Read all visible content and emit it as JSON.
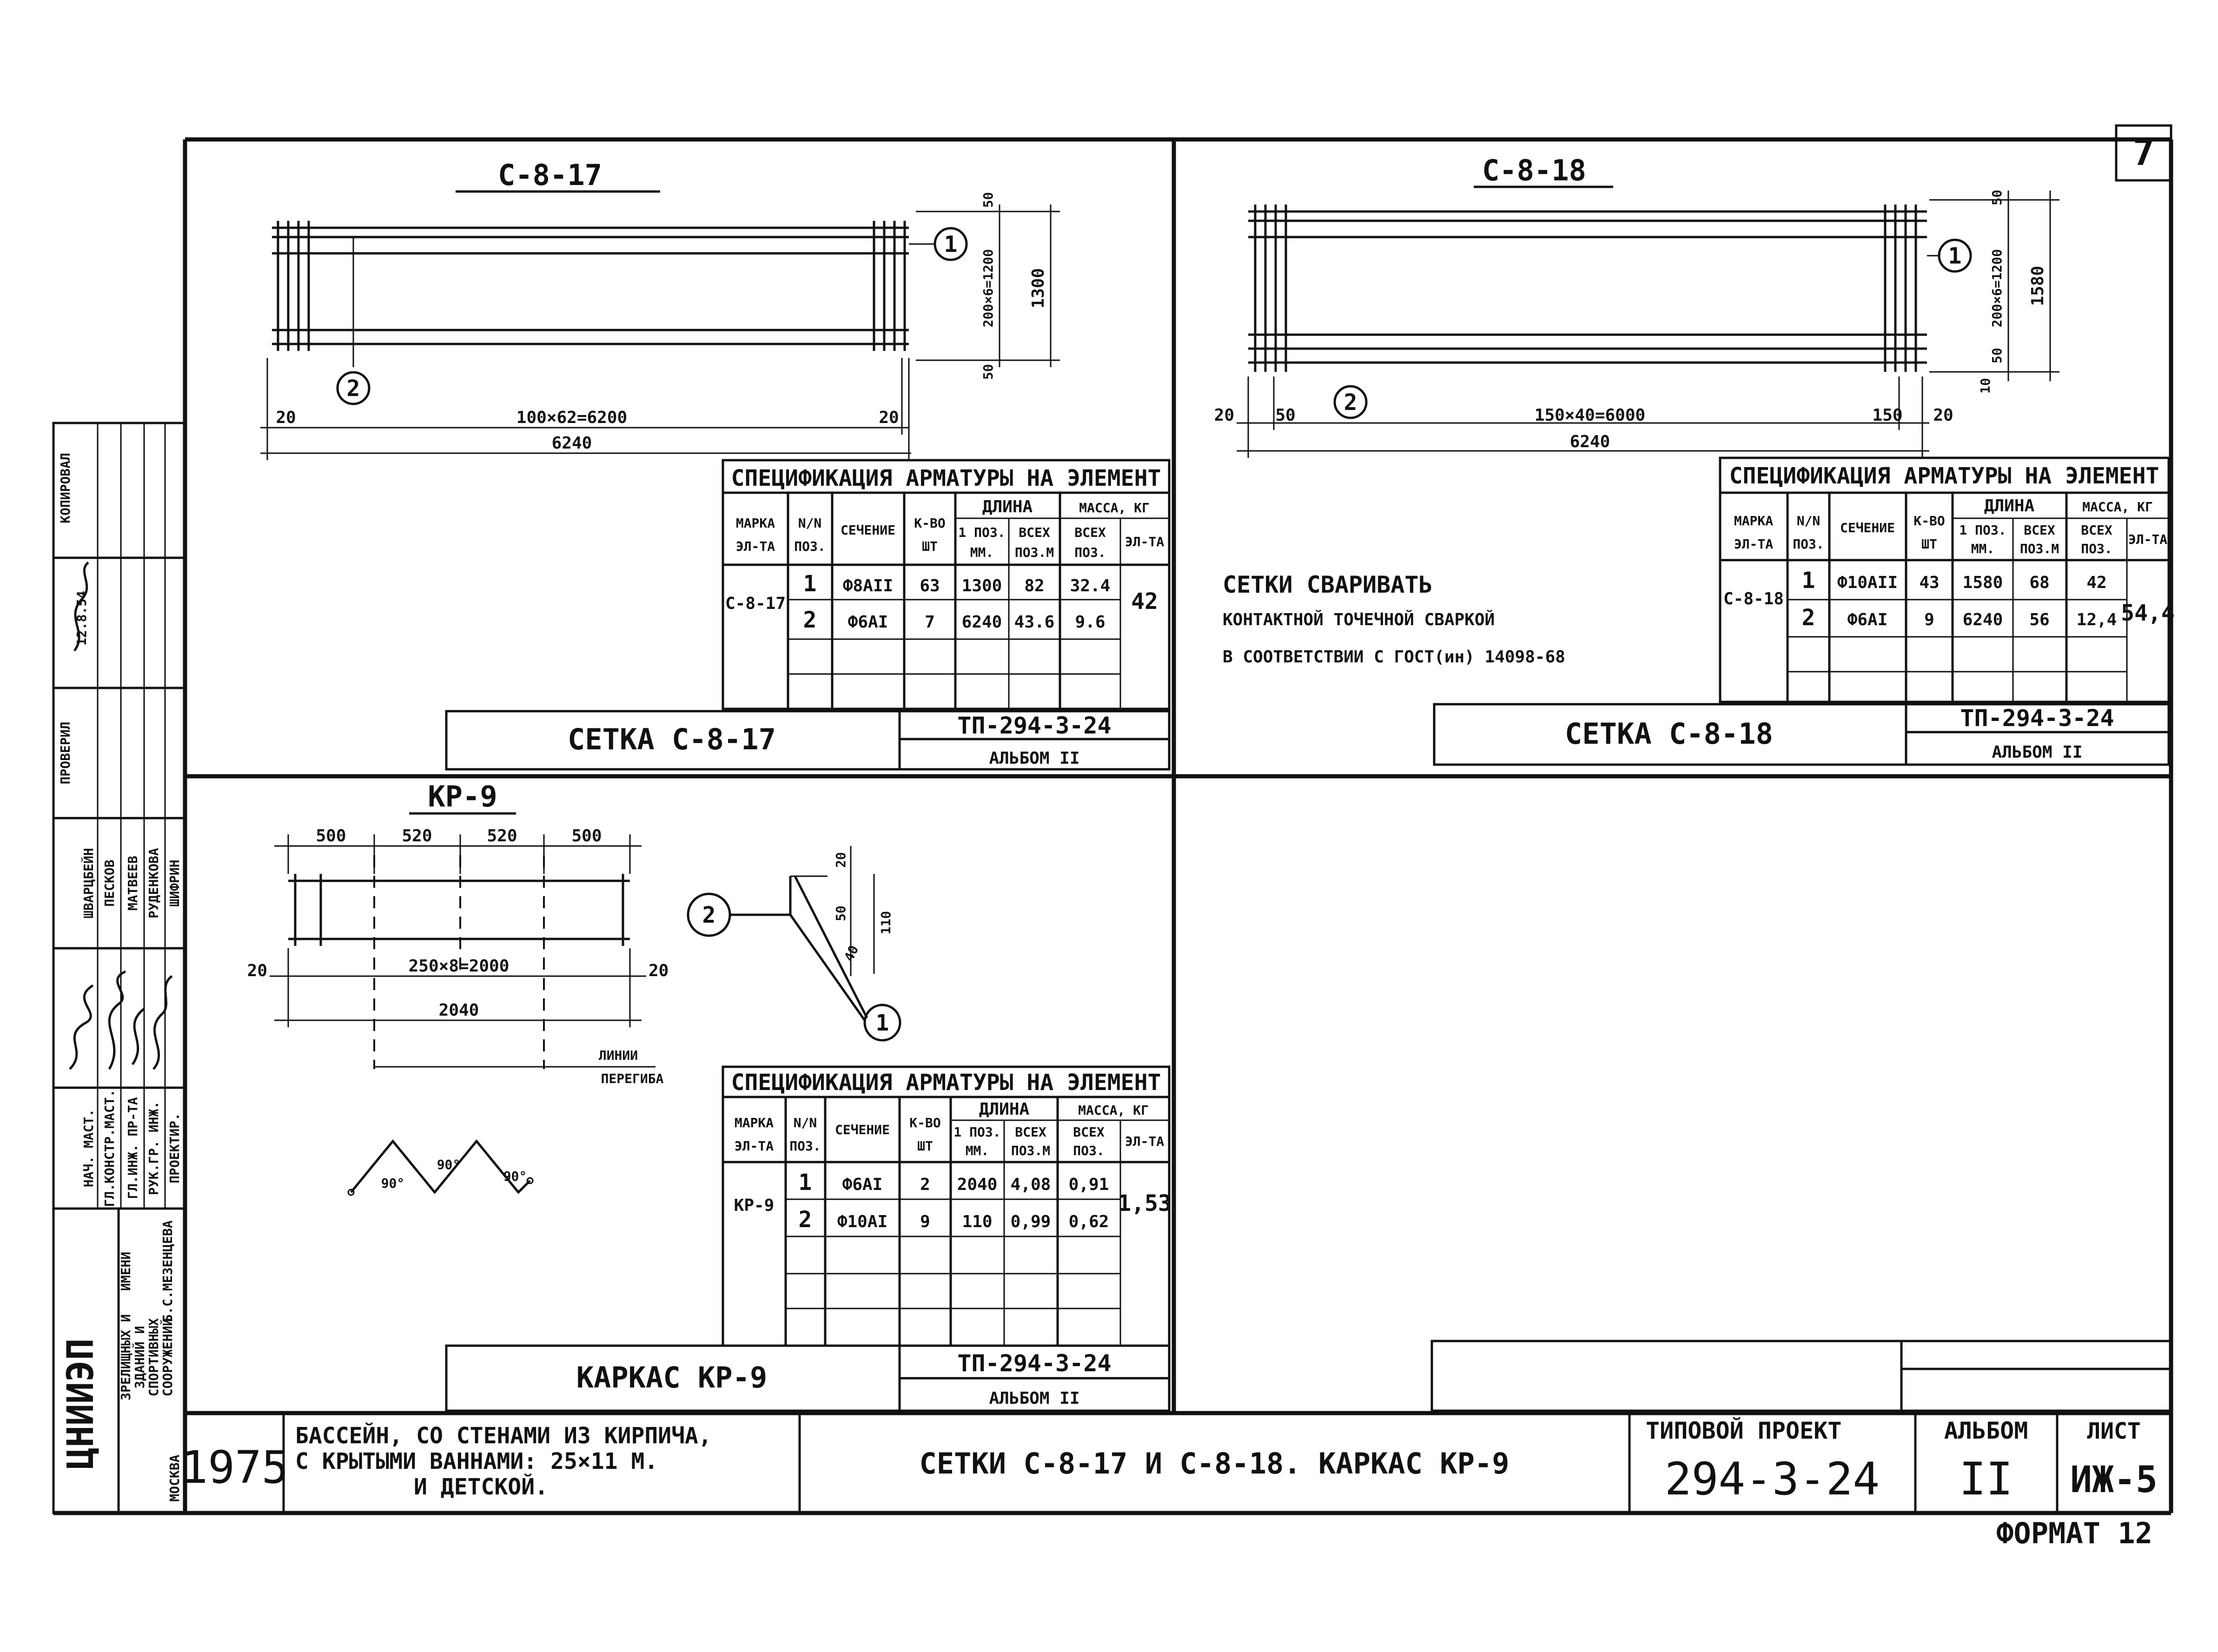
{
  "sheet_number": "7",
  "format_label": "ФОРМАТ 12",
  "panels": {
    "s17": {
      "title": "С-8-17",
      "dim_overall": "6240",
      "dim_left": "20",
      "dim_span": "100×62=6200",
      "dim_right": "20",
      "dim_top": "50",
      "dim_mid": "200×6=1200",
      "dim_bottom": "50",
      "dim_height": "1300",
      "callout_1": "1",
      "callout_2": "2",
      "stamp_label": "СЕТКА С-8-17",
      "stamp_code": "ТП-294-3-24",
      "stamp_album": "АЛЬБОМ II"
    },
    "s18": {
      "title": "С-8-18",
      "dim_overall": "6240",
      "dim_left": "20",
      "dim_left2": "50",
      "dim_span": "150×40=6000",
      "dim_right2": "150",
      "dim_right": "20",
      "dim_top": "50",
      "dim_mid": "200×6=1200",
      "dim_bottom": "50",
      "dim_height": "1580",
      "dim_side": "10",
      "callout_1": "1",
      "callout_2": "2",
      "stamp_label": "СЕТКА С-8-18",
      "stamp_code": "ТП-294-3-24",
      "stamp_album": "АЛЬБОМ II",
      "weld_note": [
        "СЕТКИ СВАРИВАТЬ",
        "КОНТАКТНОЙ ТОЧЕЧНОЙ СВАРКОЙ",
        "В СООТВЕТСТВИИ С ГОСТ(ин) 14098-68"
      ]
    },
    "kr9": {
      "title": "КР-9",
      "dims_top": [
        "500",
        "520",
        "520",
        "500"
      ],
      "dim_left": "20",
      "dim_span": "250×8=2000",
      "dim_right": "20",
      "dim_overall": "2040",
      "bend_label_1": "ЛИНИИ",
      "bend_label_2": "ПЕРЕГИБА",
      "angles": [
        "90°",
        "90°",
        "90°"
      ],
      "sec_dims": [
        "20",
        "50",
        "110",
        "40"
      ],
      "callout_1": "1",
      "callout_2": "2",
      "stamp_label": "КАРКАС КР-9",
      "stamp_code": "ТП-294-3-24",
      "stamp_album": "АЛЬБОМ II"
    }
  },
  "spec_header": {
    "title_1": "СПЕЦИФИКАЦИЯ АРМАТУРЫ НА ЭЛЕМЕНТ",
    "title_2": "СПЕЦИФИКАЦИЯ АРМАТУРЫ НА ЭЛЕМЕНТ",
    "title_3": "СПЕЦИФИКАЦИЯ АРМАТУРЫ НА ЭЛЕМЕНТ",
    "marka": "МАРКА",
    "zata": "ЭЛ-ТА",
    "nn": "N/N",
    "poz": "ПОЗ.",
    "sechenie": "СЕЧЕНИЕ",
    "kvo": "К-ВО",
    "sht": "ШТ",
    "dlina": "ДЛИНА",
    "dlina_1": "1 ПОЗ.",
    "dlina_1b": "ММ.",
    "dlina_2": "ВСЕХ",
    "dlina_2b": "ПОЗ.М",
    "massa": "МАССА, КГ",
    "massa_1": "ВСЕХ",
    "massa_1b": "ПОЗ.",
    "massa_2": "ЭЛ-ТА"
  },
  "spec_s17": {
    "mark": "С-8-17",
    "total": "42",
    "rows": [
      {
        "poz": "1",
        "section": "Ф8АII",
        "qty": "63",
        "len": "1300",
        "len_all": "82",
        "mass": "32.4"
      },
      {
        "poz": "2",
        "section": "Ф6АI",
        "qty": "7",
        "len": "6240",
        "len_all": "43.6",
        "mass": "9.6"
      }
    ]
  },
  "spec_s18": {
    "mark": "С-8-18",
    "total": "54,4",
    "rows": [
      {
        "poz": "1",
        "section": "Ф10АII",
        "qty": "43",
        "len": "1580",
        "len_all": "68",
        "mass": "42"
      },
      {
        "poz": "2",
        "section": "Ф6АI",
        "qty": "9",
        "len": "6240",
        "len_all": "56",
        "mass": "12,4"
      }
    ]
  },
  "spec_kr9": {
    "mark": "КР-9",
    "total": "1,53",
    "rows": [
      {
        "poz": "1",
        "section": "Ф6АI",
        "qty": "2",
        "len": "2040",
        "len_all": "4,08",
        "mass": "0,91"
      },
      {
        "poz": "2",
        "section": "Ф10АI",
        "qty": "9",
        "len": "110",
        "len_all": "0,99",
        "mass": "0,62"
      }
    ]
  },
  "title_block": {
    "year": "1975",
    "object_1": "БАССЕЙН, СО СТЕНАМИ ИЗ КИРПИЧА,",
    "object_2": "С КРЫТЫМИ ВАННАМИ: 25×11 М.",
    "object_3": "И ДЕТСКОЙ.",
    "drawing_name": "СЕТКИ С-8-17 И С-8-18. КАРКАС КР-9",
    "project_label": "ТИПОВОЙ ПРОЕКТ",
    "project_code": "294-3-24",
    "album_label": "АЛЬБОМ",
    "album_value": "II",
    "sheet_label": "ЛИСТ",
    "sheet_value": "ИЖ-5"
  },
  "side_stamp": {
    "institute": "ЦНИИЭП",
    "inst_line_1": "ЗРЕЛИЩНЫХ И",
    "inst_line_2": "ЗДАНИЙ И",
    "inst_line_3": "СПОРТИВНЫХ",
    "inst_line_4": "СООРУЖЕНИЙ",
    "inst_line_5": "ИМЕНИ",
    "inst_line_6": "Б.С.МЕЗЕНЦЕВА",
    "city": "МОСКВА",
    "roles": [
      "НАЧ. МАСТ.",
      "ГЛ.КОНСТР.МАСТ.",
      "ГЛ.ИНЖ. ПР-ТА",
      "РУК.ГР. ИНЖ.",
      "ПРОЕКТИР."
    ],
    "names": [
      "ШВАРЦБЕЙН",
      "ПЕСКОВ",
      "МАТВЕЕВ",
      "РУДЕНКОВА",
      "ШИФРИН"
    ],
    "checked": "ПРОВЕРИЛ",
    "copied": "КОПИРОВАЛ",
    "date": "12.8.54"
  }
}
